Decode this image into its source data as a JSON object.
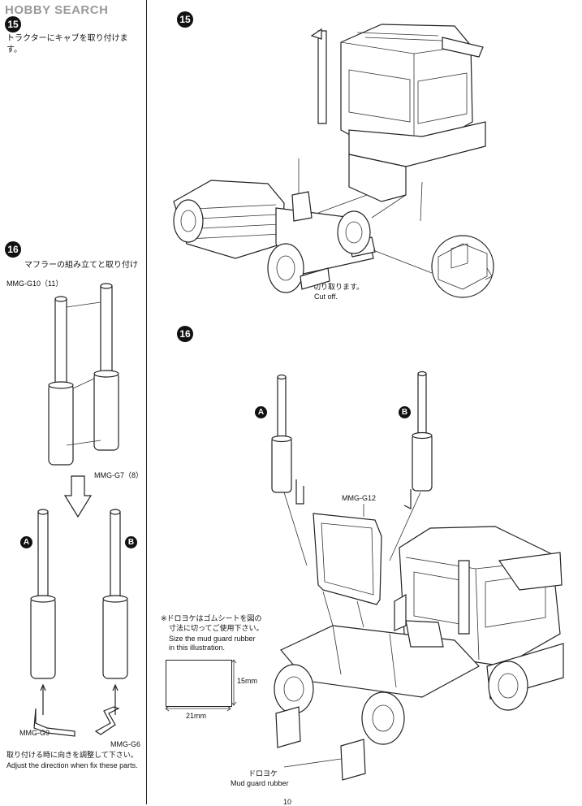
{
  "header": {
    "brand": "HOBBY SEARCH"
  },
  "left": {
    "step15": {
      "num": "15",
      "instruction": "トラクターにキャブを取り付けます。"
    },
    "step16": {
      "num": "16",
      "title": "マフラーの組み立てと取り付け",
      "part_g10": "MMG-G10（11）",
      "part_g7": "MMG-G7（8）",
      "marker_a": "A",
      "marker_b": "B",
      "part_g9": "MMG-G9",
      "part_g6": "MMG-G6",
      "note_jp": "取り付ける時に向きを調整して下さい。",
      "note_en": "Adjust the direction when fix these parts."
    }
  },
  "right": {
    "step15": {
      "num": "15",
      "cut_jp": "切り取ります。",
      "cut_en": "Cut off."
    },
    "step16": {
      "num": "16",
      "marker_a": "A",
      "marker_b": "B",
      "part_g12": "MMG-G12",
      "note_jp_1": "※ドロヨケはゴムシートを図の",
      "note_jp_2": "寸法に切ってご使用下さい。",
      "note_en_1": "Size the mud guard rubber",
      "note_en_2": "in this illustration.",
      "dim_height": "15mm",
      "dim_width": "21mm",
      "mudguard_jp": "ドロヨケ",
      "mudguard_en": "Mud guard rubber"
    }
  },
  "footer": {
    "page": "10"
  }
}
